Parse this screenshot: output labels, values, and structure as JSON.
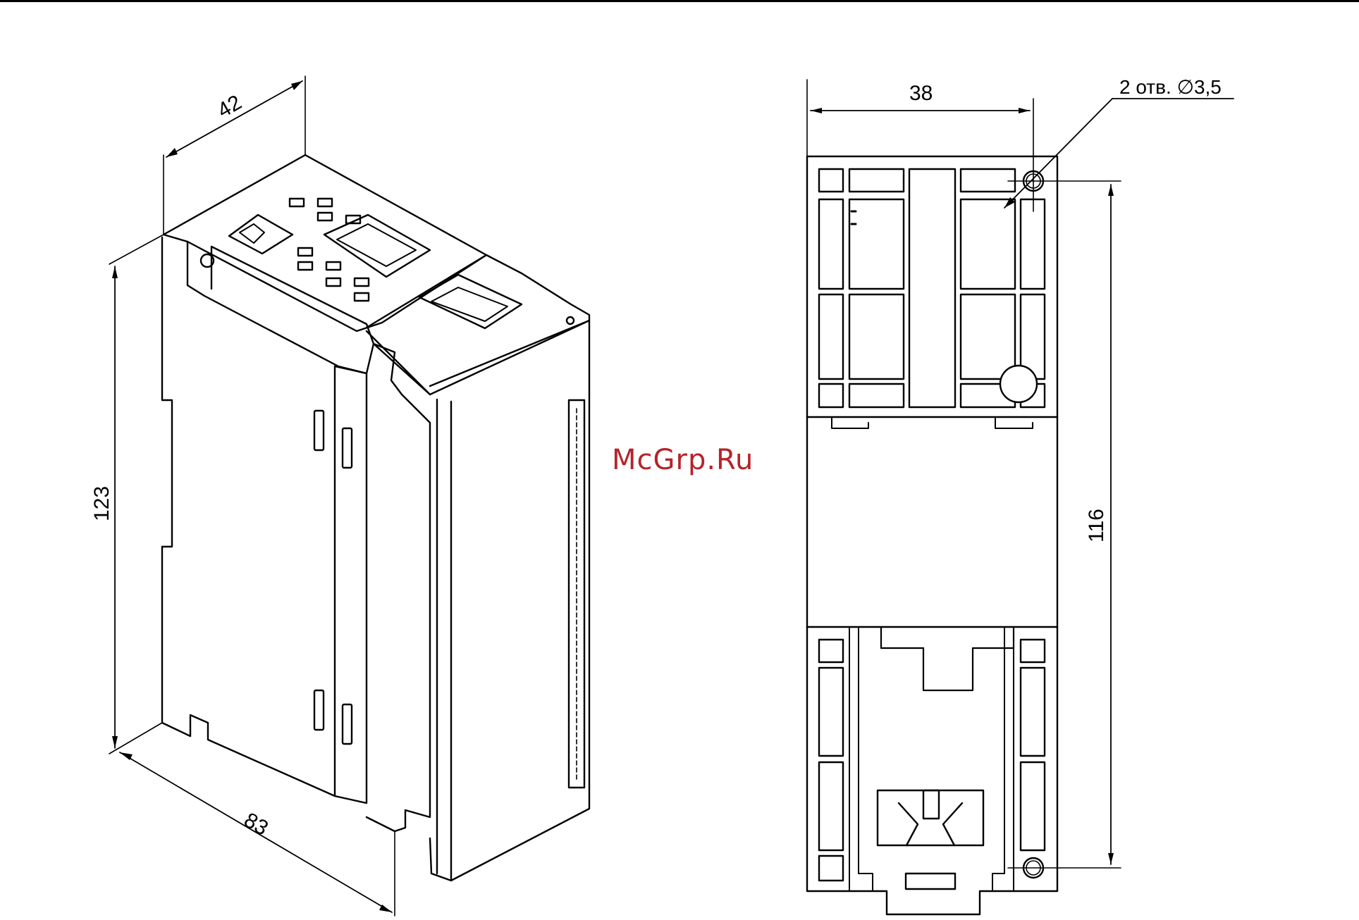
{
  "watermark": "McGrp.Ru",
  "iso_view": {
    "dim_width": "42",
    "dim_height": "123",
    "dim_depth": "83"
  },
  "mount_view": {
    "dim_hole_spacing_h": "38",
    "dim_hole_spacing_v": "116",
    "hole_note": "2 отв. ∅3,5"
  }
}
